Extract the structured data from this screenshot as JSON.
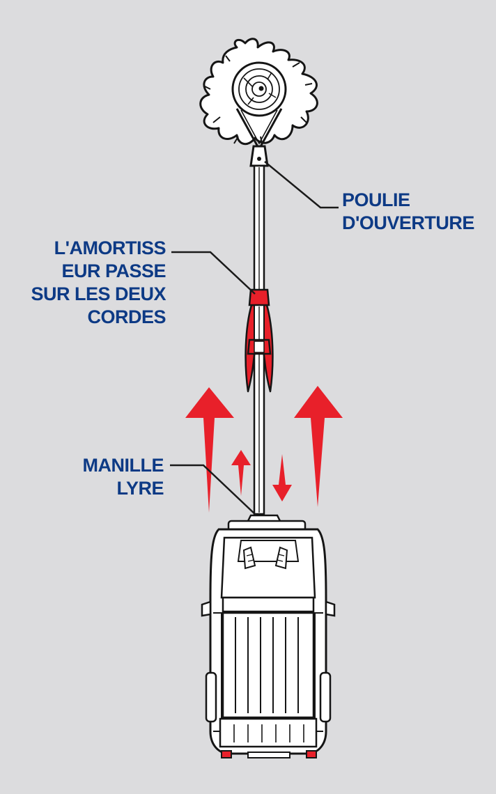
{
  "colors": {
    "background": "#dcdcde",
    "label_text": "#0d3a85",
    "arrow_red": "#e8202a",
    "outline": "#151515",
    "fill_white": "#ffffff",
    "leader_line": "#1a1a1a"
  },
  "labels": {
    "pulley": [
      "POULIE",
      "D'OUVERTURE"
    ],
    "damper": [
      "L'AMORTISS",
      "EUR PASSE",
      "SUR LES DEUX",
      "CORDES"
    ],
    "shackle": [
      "MANILLE",
      "LYRE"
    ]
  },
  "icons": {
    "tree": "tree-top-icon",
    "pulley": "snatch-block-icon",
    "damper": "winch-damper-icon",
    "vehicle": "jeep-vehicle-icon",
    "force_arrows": "force-arrow-icon"
  }
}
